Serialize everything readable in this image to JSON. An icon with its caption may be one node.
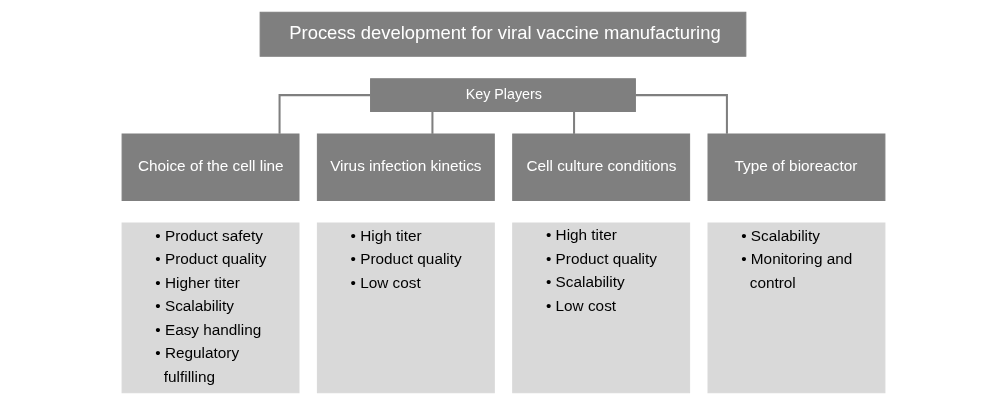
{
  "diagram": {
    "nodes": [
      {
        "text": [
          "Process development for viral vaccine manufacturing"
        ]
      },
      {
        "text": [
          "Key Players"
        ]
      },
      {
        "text": [
          "Choice of the cell line"
        ]
      },
      {
        "text": [
          "• Product safety",
          "• Product quality",
          "• Higher titer",
          "• Scalability",
          "• Easy handling",
          "• Regulatory fulfilling"
        ]
      },
      {
        "text": [
          "Virus infection kinetics"
        ]
      },
      {
        "text": [
          "• High titer",
          "• Product quality",
          "• Low cost"
        ]
      },
      {
        "text": [
          "Cell culture conditions"
        ]
      },
      {
        "text": [
          "• High titer",
          "• Product quality",
          "• Scalability",
          "• Low cost"
        ]
      },
      {
        "text": [
          "Type of bioreactor"
        ]
      },
      {
        "text": [
          "• Scalability",
          "• Monitoring and control"
        ]
      }
    ],
    "edges": [
      {
        "from": 1,
        "to": 2,
        "arrow": "none"
      },
      {
        "from": 1,
        "to": 4,
        "arrow": "none"
      },
      {
        "from": 1,
        "to": 6,
        "arrow": "none"
      },
      {
        "from": 1,
        "to": 8,
        "arrow": "none"
      }
    ]
  }
}
